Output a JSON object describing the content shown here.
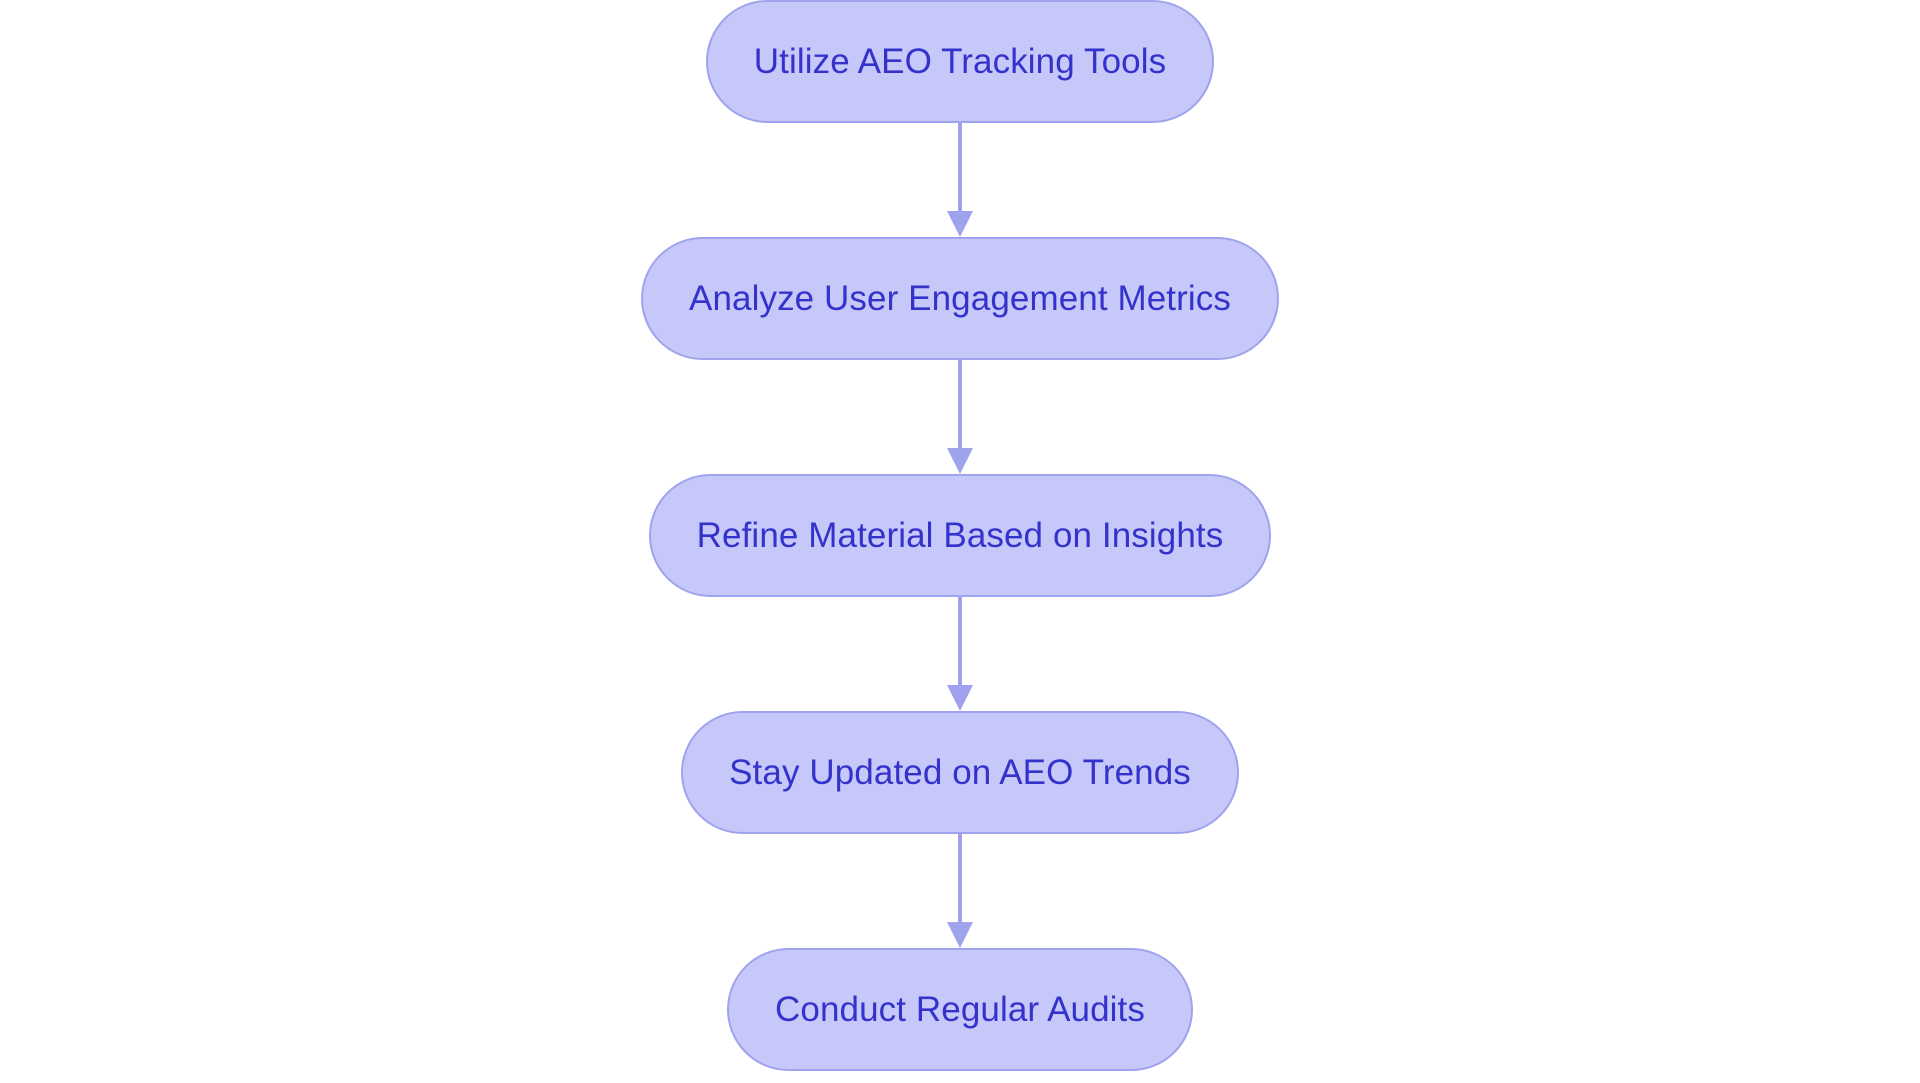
{
  "diagram": {
    "type": "flowchart",
    "orientation": "vertical-top-to-bottom",
    "background_color": "#ffffff",
    "node_fill_color": "#c6c8fa",
    "node_border_color": "#9fa3ee",
    "node_text_color": "#3333cc",
    "connector_color": "#9fa3ee",
    "nodes": [
      {
        "id": "node-1",
        "label": "Utilize AEO Tracking Tools"
      },
      {
        "id": "node-2",
        "label": "Analyze User Engagement Metrics"
      },
      {
        "id": "node-3",
        "label": "Refine Material Based on Insights"
      },
      {
        "id": "node-4",
        "label": "Stay Updated on AEO Trends"
      },
      {
        "id": "node-5",
        "label": "Conduct Regular Audits"
      }
    ],
    "connectors": [
      {
        "id": "connector-1",
        "from": "node-1",
        "to": "node-2",
        "arrow": "down"
      },
      {
        "id": "connector-2",
        "from": "node-2",
        "to": "node-3",
        "arrow": "down"
      },
      {
        "id": "connector-3",
        "from": "node-3",
        "to": "node-4",
        "arrow": "down"
      },
      {
        "id": "connector-4",
        "from": "node-4",
        "to": "node-5",
        "arrow": "down"
      }
    ]
  }
}
